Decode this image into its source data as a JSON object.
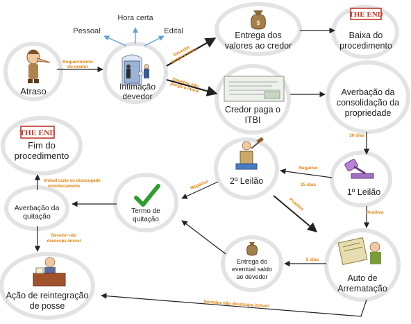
{
  "colors": {
    "edge_label": "#e8820c",
    "stamp": "#c0392b",
    "arrow": "#222222",
    "blue_arrow": "#5aa0d8",
    "check": "#2f9e2f"
  },
  "labels": {
    "atraso": "Atraso",
    "intimacao_1": "Intimação",
    "intimacao_2": "devedor",
    "pessoal": "Pessoal",
    "hora_certa": "Hora certa",
    "edital": "Edital",
    "entrega_1": "Entrega dos",
    "entrega_2": "valores ao credor",
    "baixa_1": "Baixa do",
    "baixa_2": "procedimento",
    "credor_1": "Credor paga o",
    "credor_2": "ITBI",
    "averbacao_1": "Averbação da",
    "averbacao_2": "consolidação da",
    "averbacao_3": "propriedade",
    "fim_1": "Fim do",
    "fim_2": "procedimento",
    "leilao2": "2º Leilão",
    "leilao1": "1º Leilão",
    "termo_1": "Termo de",
    "termo_2": "quitação",
    "averb_quit_1": "Averbação da",
    "averb_quit_2": "quitação",
    "auto_1": "Auto de",
    "auto_2": "Arrematação",
    "eventual_1": "Entrega do",
    "eventual_2": "eventual saldo",
    "eventual_3": "ao devedor",
    "acao_1": "Ação de reintegração",
    "acao_2": "de posse",
    "the_end": "THE END"
  },
  "edges": {
    "requerimento_1": "Requerimento",
    "requerimento_2": "do credor",
    "purga_1": "Devedor",
    "purga_2": "purga a mora",
    "nao_purga_1": "Devedor não",
    "nao_purga_2": "purga a mora",
    "dias30": "30 dias",
    "negativo1": "Negativo",
    "dias15": "15 dias",
    "positivo1": "Positivo",
    "negativo2": "Negativo",
    "positivo2": "Positivo",
    "dias5": "5 dias",
    "imovel_1": "Imóvel vazio ou desocupado",
    "imovel_2": "voluntariamente",
    "nao_desocupa_1": "Devedor não",
    "nao_desocupa_2": "desocupa imóvel",
    "nao_desocupa_bottom": "Devedor não desocupa imóvel"
  }
}
